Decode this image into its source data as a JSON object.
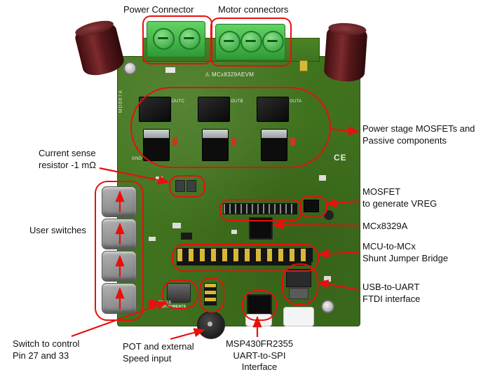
{
  "colors": {
    "accent_red": "#e8100c",
    "pcb_green": "#45791f",
    "connector_green": "#2e9a38",
    "capacitor_maroon": "#571518",
    "switch_gray": "#7a7a7a"
  },
  "labels": {
    "power_connector": "Power Connector",
    "motor_connectors": "Motor connectors",
    "power_stage": "Power stage MOSFETs and\nPassive components",
    "current_sense": "Current sense\nresistor -1 mΩ",
    "user_switches": "User switches",
    "mosfet_vreg": "MOSFET\nto generate VREG",
    "mcx8329a": "MCx8329A",
    "shunt_jumper": "MCU-to-MCx\nShunt Jumper Bridge",
    "usb_uart": "USB-to-UART\nFTDI interface",
    "switch_control": "Switch to control\nPin 27 and 33",
    "pot_input": "POT and external\nSpeed input",
    "msp430": "MSP430FR2355\nUART-to-SPI\nInterface"
  },
  "board": {
    "warning_icon": "⚠",
    "silkscreen_title": "MCx8329AEVM",
    "board_id": "MD067A",
    "gnd": "GND",
    "ce_mark": "CE",
    "brand": "TEXAS\nINSTRUMENTS",
    "out_labels": [
      "OUTC",
      "OUTB",
      "OUTA"
    ]
  }
}
